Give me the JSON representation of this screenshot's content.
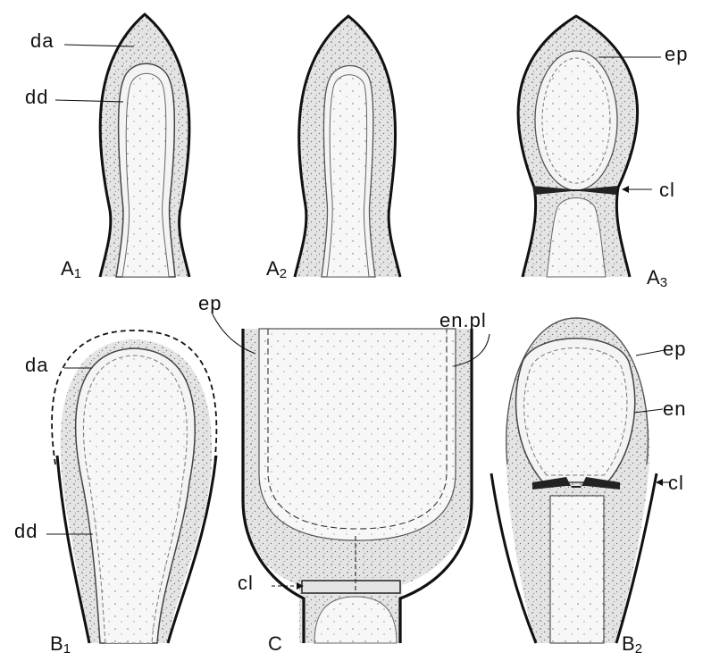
{
  "panels": {
    "a1": "A",
    "a1_sub": "1",
    "a2": "A",
    "a2_sub": "2",
    "a3": "A",
    "a3_sub": "3",
    "b1": "B",
    "b1_sub": "1",
    "b2": "B",
    "b2_sub": "2",
    "c": "C"
  },
  "labels": {
    "a1_da": "da",
    "a1_dd": "dd",
    "a3_ep": "ep",
    "a3_cl": "cl",
    "c_ep": "ep",
    "c_en_pl": "en.pl",
    "c_cl": "cl",
    "b1_da": "da",
    "b1_dd": "dd",
    "b2_ep": "ep",
    "b2_en": "en",
    "b2_cl": "cl"
  },
  "colors": {
    "ink": "#111111",
    "tissue": "#e4e4e4",
    "inner": "#f6f6f6",
    "paper": "#ffffff"
  }
}
